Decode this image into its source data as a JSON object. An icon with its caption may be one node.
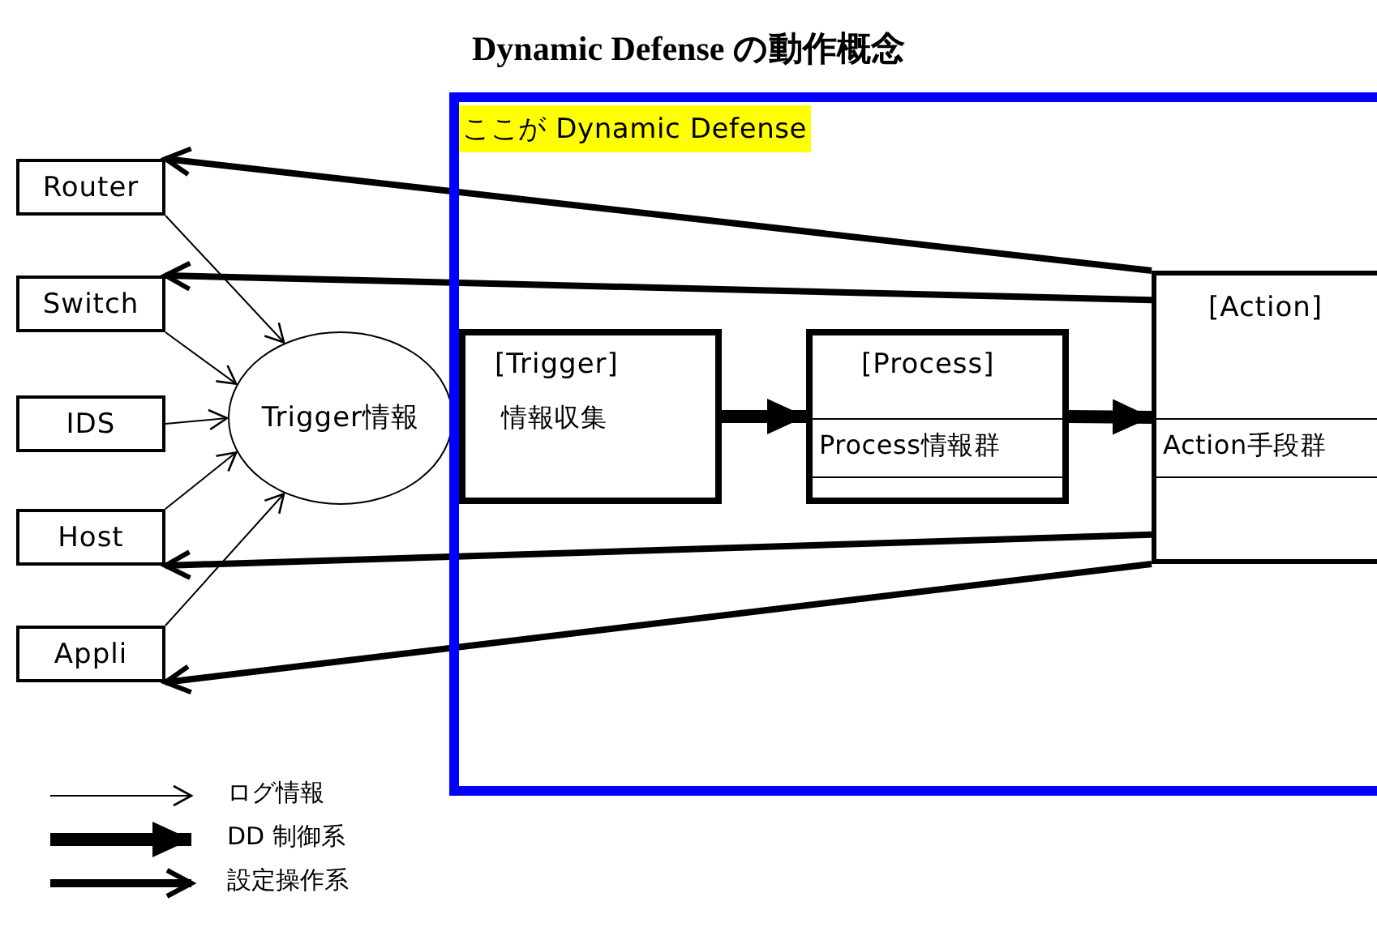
{
  "diagram": {
    "title": "Dynamic Defense の動作概念",
    "nodes": [
      {
        "text": [
          "Router"
        ]
      },
      {
        "text": [
          "Switch"
        ]
      },
      {
        "text": [
          "IDS"
        ]
      },
      {
        "text": [
          "Host"
        ]
      },
      {
        "text": [
          "Appli"
        ]
      },
      {
        "text": [
          "Trigger情報"
        ]
      },
      {
        "text": [
          "ここが Dynamic Defense"
        ]
      },
      {
        "text": [
          "[Trigger]",
          "情報収集"
        ],
        "in": 6
      },
      {
        "text": [
          "[Process]",
          "Process情報群"
        ],
        "in": 6
      },
      {
        "text": [
          "[Action]",
          "Action手段群"
        ],
        "in": 6
      }
    ],
    "edges": [
      {
        "from": 0,
        "to": 5,
        "arrow": "to"
      },
      {
        "from": 1,
        "to": 5,
        "arrow": "to"
      },
      {
        "from": 2,
        "to": 5,
        "arrow": "to"
      },
      {
        "from": 3,
        "to": 5,
        "arrow": "to"
      },
      {
        "from": 4,
        "to": 5,
        "arrow": "to"
      },
      {
        "from": 7,
        "to": 8,
        "arrow": "to",
        "style": "thick"
      },
      {
        "from": 8,
        "to": 9,
        "arrow": "to",
        "style": "thick"
      },
      {
        "from": 9,
        "to": 0,
        "arrow": "to"
      },
      {
        "from": 9,
        "to": 1,
        "arrow": "to"
      },
      {
        "from": 9,
        "to": 3,
        "arrow": "to"
      },
      {
        "from": 9,
        "to": 4,
        "arrow": "to"
      }
    ],
    "legend": [
      {
        "text": "ログ情報"
      },
      {
        "text": "DD 制御系"
      },
      {
        "text": "設定操作系"
      }
    ]
  }
}
